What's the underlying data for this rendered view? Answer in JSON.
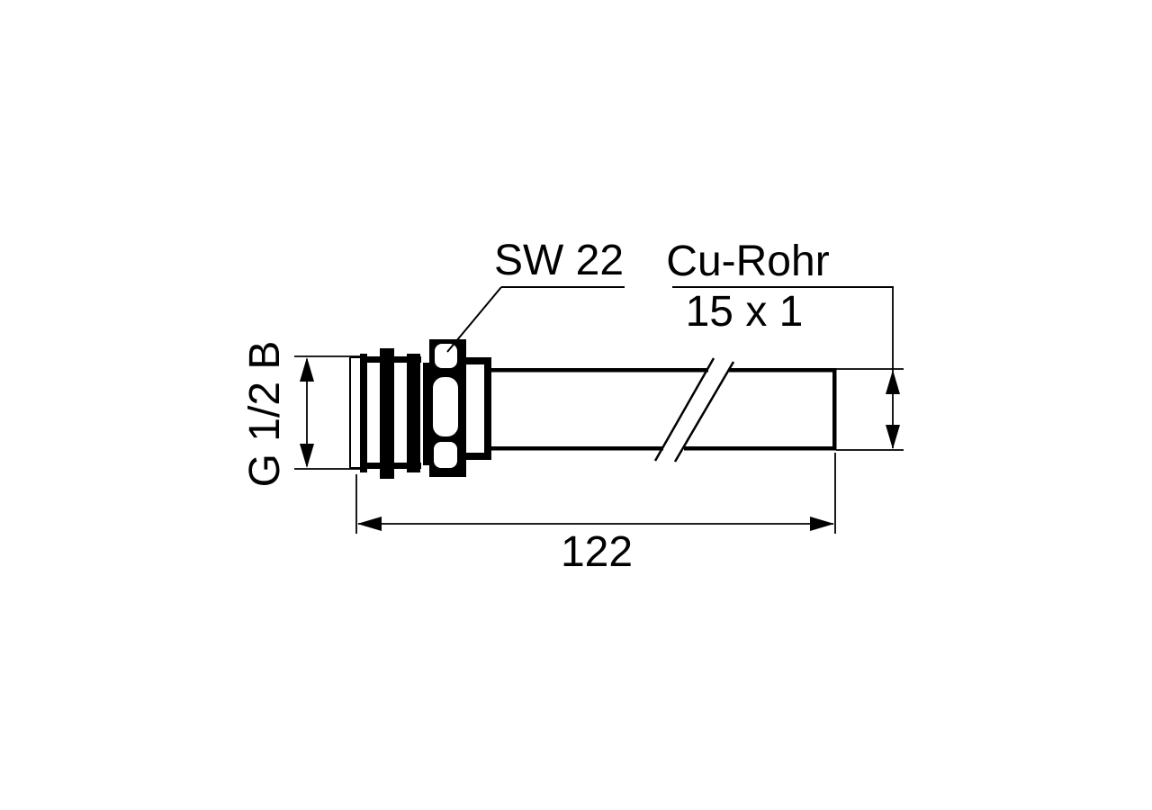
{
  "drawing": {
    "type": "technical-drawing-pipe-fitting",
    "background_color": "#ffffff",
    "line_color": "#000000",
    "labels": {
      "wrench_size": "SW 22",
      "pipe_material": "Cu-Rohr",
      "pipe_dimensions": "15 x 1",
      "thread_spec": "G 1/2 B",
      "overall_length": "122"
    }
  }
}
